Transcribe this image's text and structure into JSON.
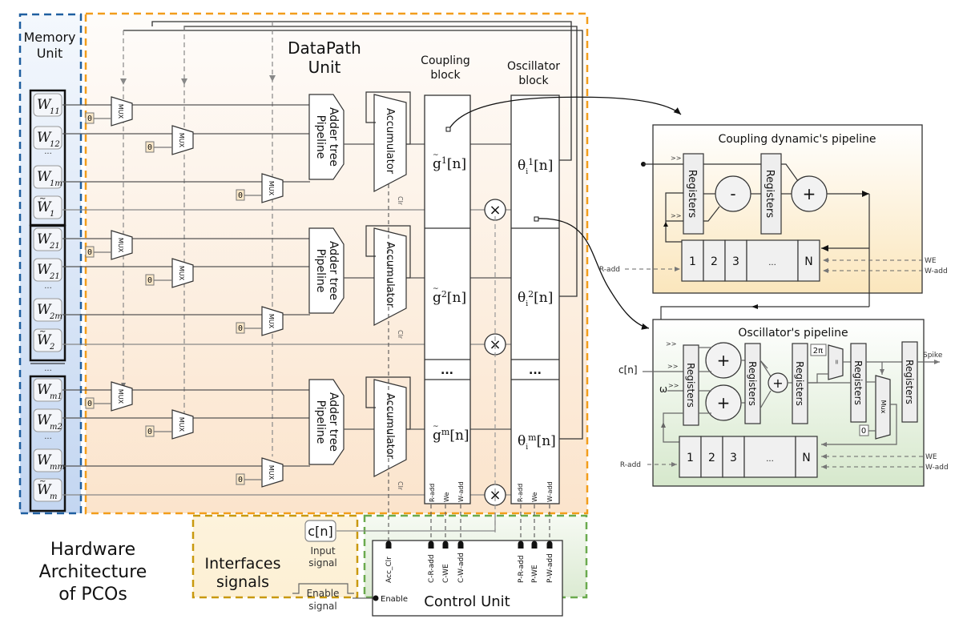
{
  "title": {
    "line1": "Hardware",
    "line2": "Architecture",
    "line3": "of PCOs"
  },
  "memory_unit": {
    "label_line1": "Memory",
    "label_line2": "Unit",
    "groups": [
      {
        "cells": [
          {
            "base": "W",
            "sub": "11",
            "tilde": false
          },
          {
            "base": "W",
            "sub": "12",
            "tilde": false
          },
          {
            "base": "...",
            "sub": "",
            "tilde": false
          },
          {
            "base": "W",
            "sub": "1m",
            "tilde": false
          },
          {
            "base": "W",
            "sub": "1",
            "tilde": true
          }
        ]
      },
      {
        "cells": [
          {
            "base": "W",
            "sub": "21",
            "tilde": false
          },
          {
            "base": "W",
            "sub": "21",
            "tilde": false
          },
          {
            "base": "...",
            "sub": "",
            "tilde": false
          },
          {
            "base": "W",
            "sub": "2m",
            "tilde": false
          },
          {
            "base": "W",
            "sub": "2",
            "tilde": true
          }
        ]
      },
      {
        "cells": [
          {
            "base": "W",
            "sub": "m1",
            "tilde": false
          },
          {
            "base": "W",
            "sub": "m2",
            "tilde": false
          },
          {
            "base": "...",
            "sub": "",
            "tilde": false
          },
          {
            "base": "W",
            "sub": "mm",
            "tilde": false
          },
          {
            "base": "W",
            "sub": "m",
            "tilde": true
          }
        ]
      }
    ],
    "group_separator": "..."
  },
  "datapath": {
    "label_line1": "DataPath",
    "label_line2": "Unit",
    "mux_label": "MUX",
    "zero_const": "0",
    "adder_tree_line1": "Adder tree",
    "adder_tree_line2": "Pipeline",
    "accumulator_label": "Accumulator",
    "clr_label": "Clr",
    "coupling_block": {
      "label_line1": "Coupling",
      "label_line2": "block",
      "cells": [
        {
          "base": "g",
          "sup": "1",
          "suffix": "[n]"
        },
        {
          "base": "g",
          "sup": "2",
          "suffix": "[n]"
        },
        {
          "base": "g",
          "sup": "m",
          "suffix": "[n]"
        }
      ],
      "ellipsis": "...",
      "ports": [
        "R-add",
        "We",
        "W-add"
      ]
    },
    "multiplier_symbol": "×",
    "oscillator_block": {
      "label_line1": "Oscillator",
      "label_line2": "block",
      "cells": [
        {
          "base": "θ",
          "sub": "i",
          "sup": "1",
          "suffix": "[n]"
        },
        {
          "base": "θ",
          "sub": "i",
          "sup": "2",
          "suffix": "[n]"
        },
        {
          "base": "θ",
          "sub": "i",
          "sup": "m",
          "suffix": "[n]"
        }
      ],
      "ellipsis": "...",
      "ports": [
        "R-add",
        "We",
        "W-add"
      ]
    }
  },
  "interfaces": {
    "label_line1": "Interfaces",
    "label_line2": "signals",
    "input_signal": {
      "value": "c[n]",
      "caption_line1": "Input",
      "caption_line2": "signal"
    },
    "enable_signal": {
      "caption_line1": "Enable",
      "caption_line2": "signal"
    }
  },
  "control_unit": {
    "label": "Control Unit",
    "enable_port": "Enable",
    "ports": [
      "Acc_Clr",
      "C-R-add",
      "C-WE",
      "C-W-add",
      "P-R-add",
      "P-WE",
      "P-W-add"
    ]
  },
  "coupling_pipeline": {
    "title": "Coupling dynamic's pipeline",
    "registers_label": "Registers",
    "shift_marker": ">>",
    "ops": [
      "-",
      "+"
    ],
    "memory_cells": [
      "1",
      "2",
      "3",
      "...",
      "N"
    ],
    "r_add": "R-add",
    "we": "WE",
    "w_add": "W-add"
  },
  "oscillator_pipeline": {
    "title": "Oscillator's pipeline",
    "registers_label": "Registers",
    "shift_marker": ">>",
    "inputs": [
      "c[n]",
      "ω"
    ],
    "ops": [
      "+",
      "+",
      "+"
    ],
    "two_pi": "2π",
    "compare_symbol": "=",
    "mux_label": "Mux",
    "zero_const": "0",
    "output": "Spike",
    "memory_cells": [
      "1",
      "2",
      "3",
      "...",
      "N"
    ],
    "r_add": "R-add",
    "we": "WE",
    "w_add": "W-add"
  },
  "colors": {
    "memory_border": "#1f5fa0",
    "datapath_border": "#f0a020",
    "interfaces_border": "#c89a10",
    "control_border": "#6aaa50",
    "memory_fill": "#c8d8f0",
    "datapath_fill": "#fbe6d0",
    "coupling_fill": "#fbe8c0",
    "oscillator_fill": "#d8ead0"
  }
}
